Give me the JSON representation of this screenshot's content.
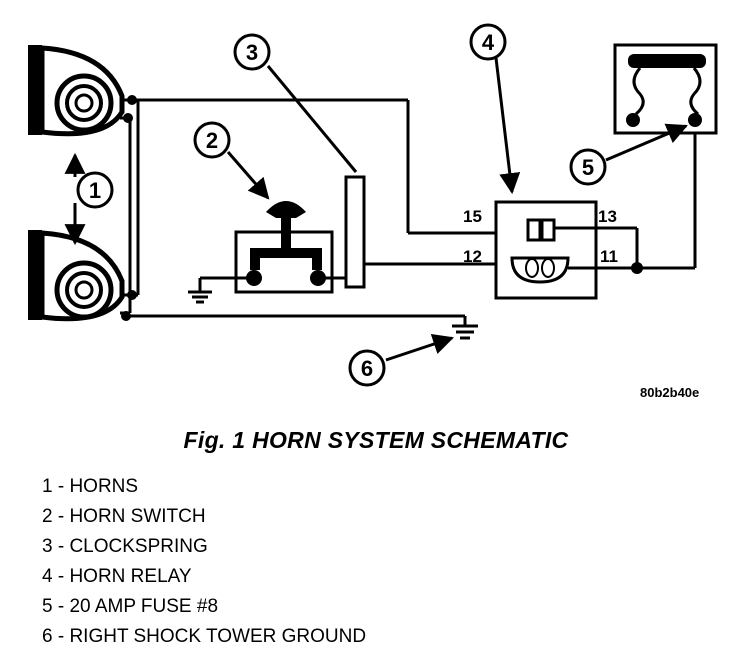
{
  "callouts": [
    "1",
    "2",
    "3",
    "4",
    "5",
    "6"
  ],
  "relay_pins": {
    "pin_15": "15",
    "pin_13": "13",
    "pin_12": "12",
    "pin_11": "11"
  },
  "reference_code": "80b2b40e",
  "figure_title": "Fig. 1 HORN SYSTEM SCHEMATIC",
  "legend": [
    "1 - HORNS",
    "2 - HORN SWITCH",
    "3 - CLOCKSPRING",
    "4 - HORN RELAY",
    "5 - 20 AMP FUSE #8",
    "6 - RIGHT SHOCK TOWER GROUND"
  ]
}
